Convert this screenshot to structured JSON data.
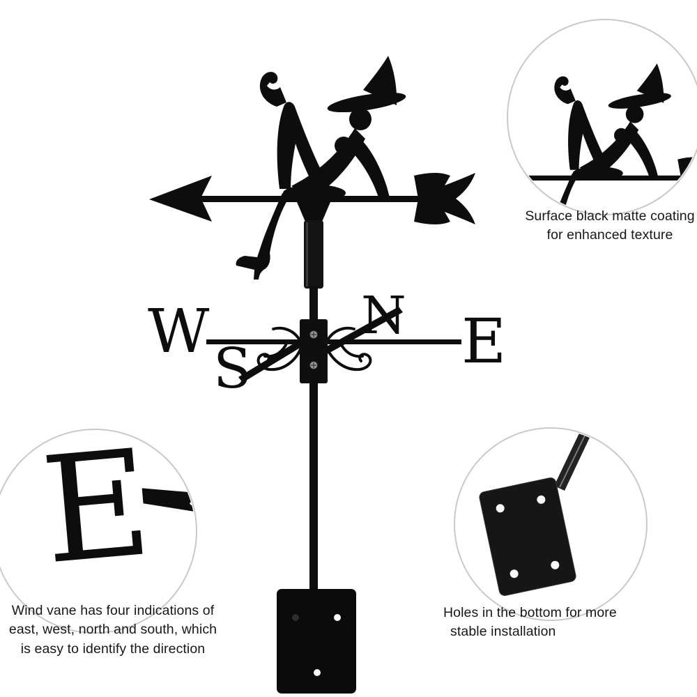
{
  "background": "#ffffff",
  "vane": {
    "letters": {
      "west": "W",
      "east": "E",
      "north": "N",
      "south": "S"
    }
  },
  "annotations": {
    "coating": {
      "lines": [
        "Surface black matte coating",
        "for enhanced texture"
      ]
    },
    "directions": {
      "lines": [
        "Wind vane has four indications of",
        "east, west, north and south, which",
        "is easy to identify the direction"
      ]
    },
    "holes": {
      "lines": [
        "Holes in the bottom for more",
        "stable installation"
      ]
    }
  },
  "colors": {
    "metal_black": "#0d0d0d",
    "callout_border": "#c9c9c9",
    "annotation_text": "#171717",
    "screw_gray": "#9a9a9a",
    "hole_white": "#f7f7f7"
  }
}
